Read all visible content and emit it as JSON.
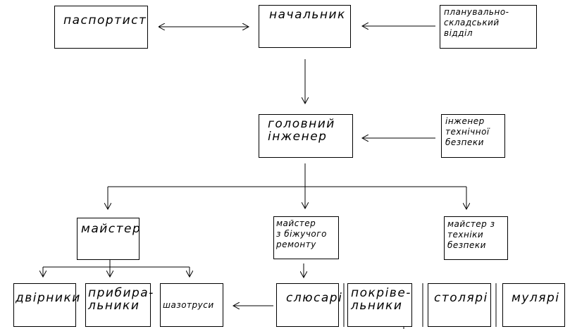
{
  "nodes": {
    "pasportyst": "паспортист",
    "nachalnyk": "начальник",
    "planning": "планувально-\nскладський\nвідділ",
    "chief_engineer": "головний\nінженер",
    "safety_engineer": "інженер\nтехнічної\nбезпеки",
    "master": "майстер",
    "master_repair": "майстер\nз біжучого\nремонту",
    "master_safety": "майстер з\nтехніки\nбезпеки",
    "dvirnyky": "двірники",
    "prybyralnyky": "прибира-\nльники",
    "shazotrusy": "шазотруси",
    "slyusari": "слюсарі",
    "pokrivelnyky": "покріве-\nльники",
    "stolyari": "столярі",
    "mulyari": "мулярі"
  }
}
